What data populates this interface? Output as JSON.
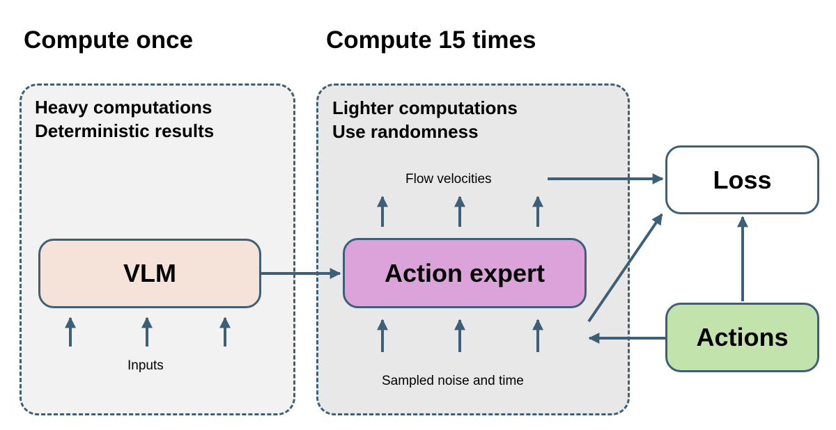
{
  "headings": {
    "left": "Compute once",
    "right": "Compute 15 times"
  },
  "panels": {
    "left": {
      "line1": "Heavy computations",
      "line2": "Deterministic results"
    },
    "right": {
      "line1": "Lighter computations",
      "line2": "Use randomness"
    }
  },
  "nodes": {
    "vlm": "VLM",
    "action_expert": "Action expert",
    "loss": "Loss",
    "actions": "Actions"
  },
  "labels": {
    "inputs": "Inputs",
    "flow_velocities": "Flow velocities",
    "sampled_noise": "Sampled noise and time"
  },
  "colors": {
    "stroke": "#3d6078",
    "vlm_fill": "#f5e3da",
    "action_expert_fill": "#dba3d9",
    "actions_fill": "#c2e3ac",
    "left_panel_fill": "#f2f2f2",
    "right_panel_fill": "#e8e8e8"
  }
}
